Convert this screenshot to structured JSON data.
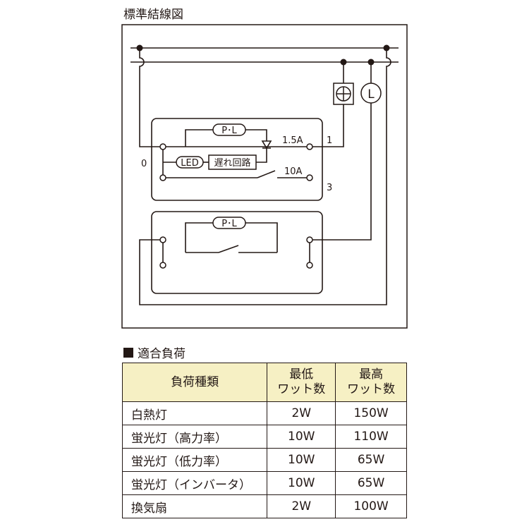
{
  "diagram": {
    "title": "標準結線図",
    "labels": {
      "pl_top": "P･L",
      "pl_bottom": "P･L",
      "led": "LED",
      "delay": "遅れ回路",
      "amp_upper": "1.5A",
      "amp_lower": "10A",
      "terminal_0": "0",
      "terminal_1": "1",
      "terminal_3": "3",
      "lamp": "L"
    }
  },
  "table": {
    "heading": "適合負荷",
    "headers": {
      "type": "負荷種類",
      "min": "最低\nワット数",
      "max": "最高\nワット数"
    },
    "rows": [
      {
        "type": "白熱灯",
        "min": "2W",
        "max": "150W"
      },
      {
        "type": "蛍光灯（高力率）",
        "min": "10W",
        "max": "110W"
      },
      {
        "type": "蛍光灯（低力率）",
        "min": "10W",
        "max": "65W"
      },
      {
        "type": "蛍光灯（インバータ）",
        "min": "10W",
        "max": "65W"
      },
      {
        "type": "換気扇",
        "min": "2W",
        "max": "100W"
      }
    ]
  }
}
